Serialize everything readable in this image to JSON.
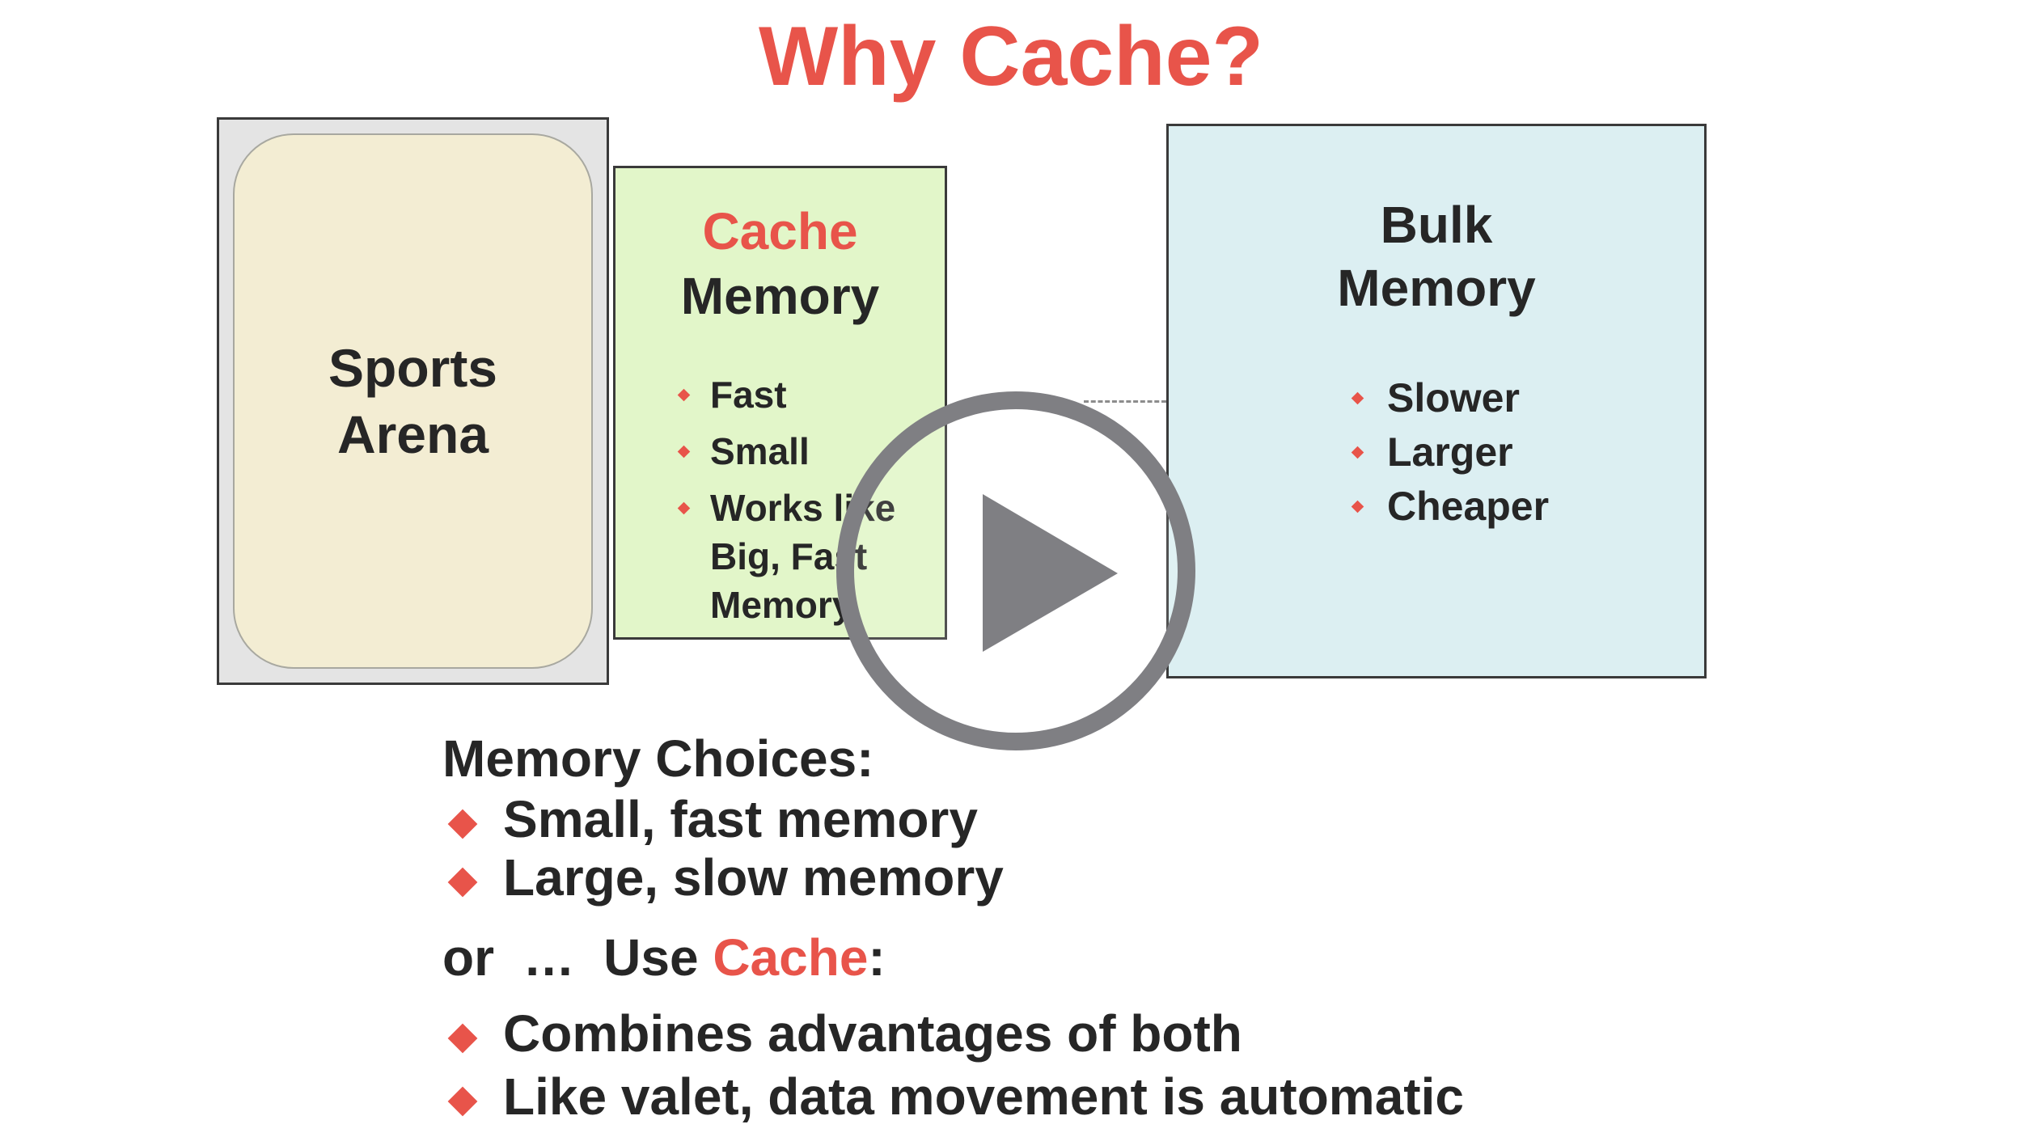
{
  "slide": {
    "title": "Why Cache?",
    "arena": {
      "label": "Sports\nArena"
    },
    "cache": {
      "title_line1": "Cache",
      "title_line2": "Memory",
      "bullets": [
        "Fast",
        "Small",
        "Works like\nBig, Fast\nMemory"
      ]
    },
    "bulk": {
      "title_line1": "Bulk",
      "title_line2": "Memory",
      "bullets": [
        "Slower",
        "Larger",
        "Cheaper"
      ]
    },
    "choices": {
      "heading": "Memory Choices:",
      "items": [
        "Small, fast memory",
        "Large, slow memory"
      ],
      "or_prefix": "or  …  Use ",
      "or_highlight": "Cache",
      "or_suffix": ":",
      "cache_items": [
        "Combines advantages of both",
        "Like valet, data movement is automatic"
      ]
    }
  },
  "player": {
    "icon": "play-icon"
  },
  "colors": {
    "accent": "#e8544a",
    "text": "#262626",
    "cache_bg": "#e2f6c9",
    "bulk_bg": "#dceff2",
    "arena_bg": "#f3edd3"
  }
}
